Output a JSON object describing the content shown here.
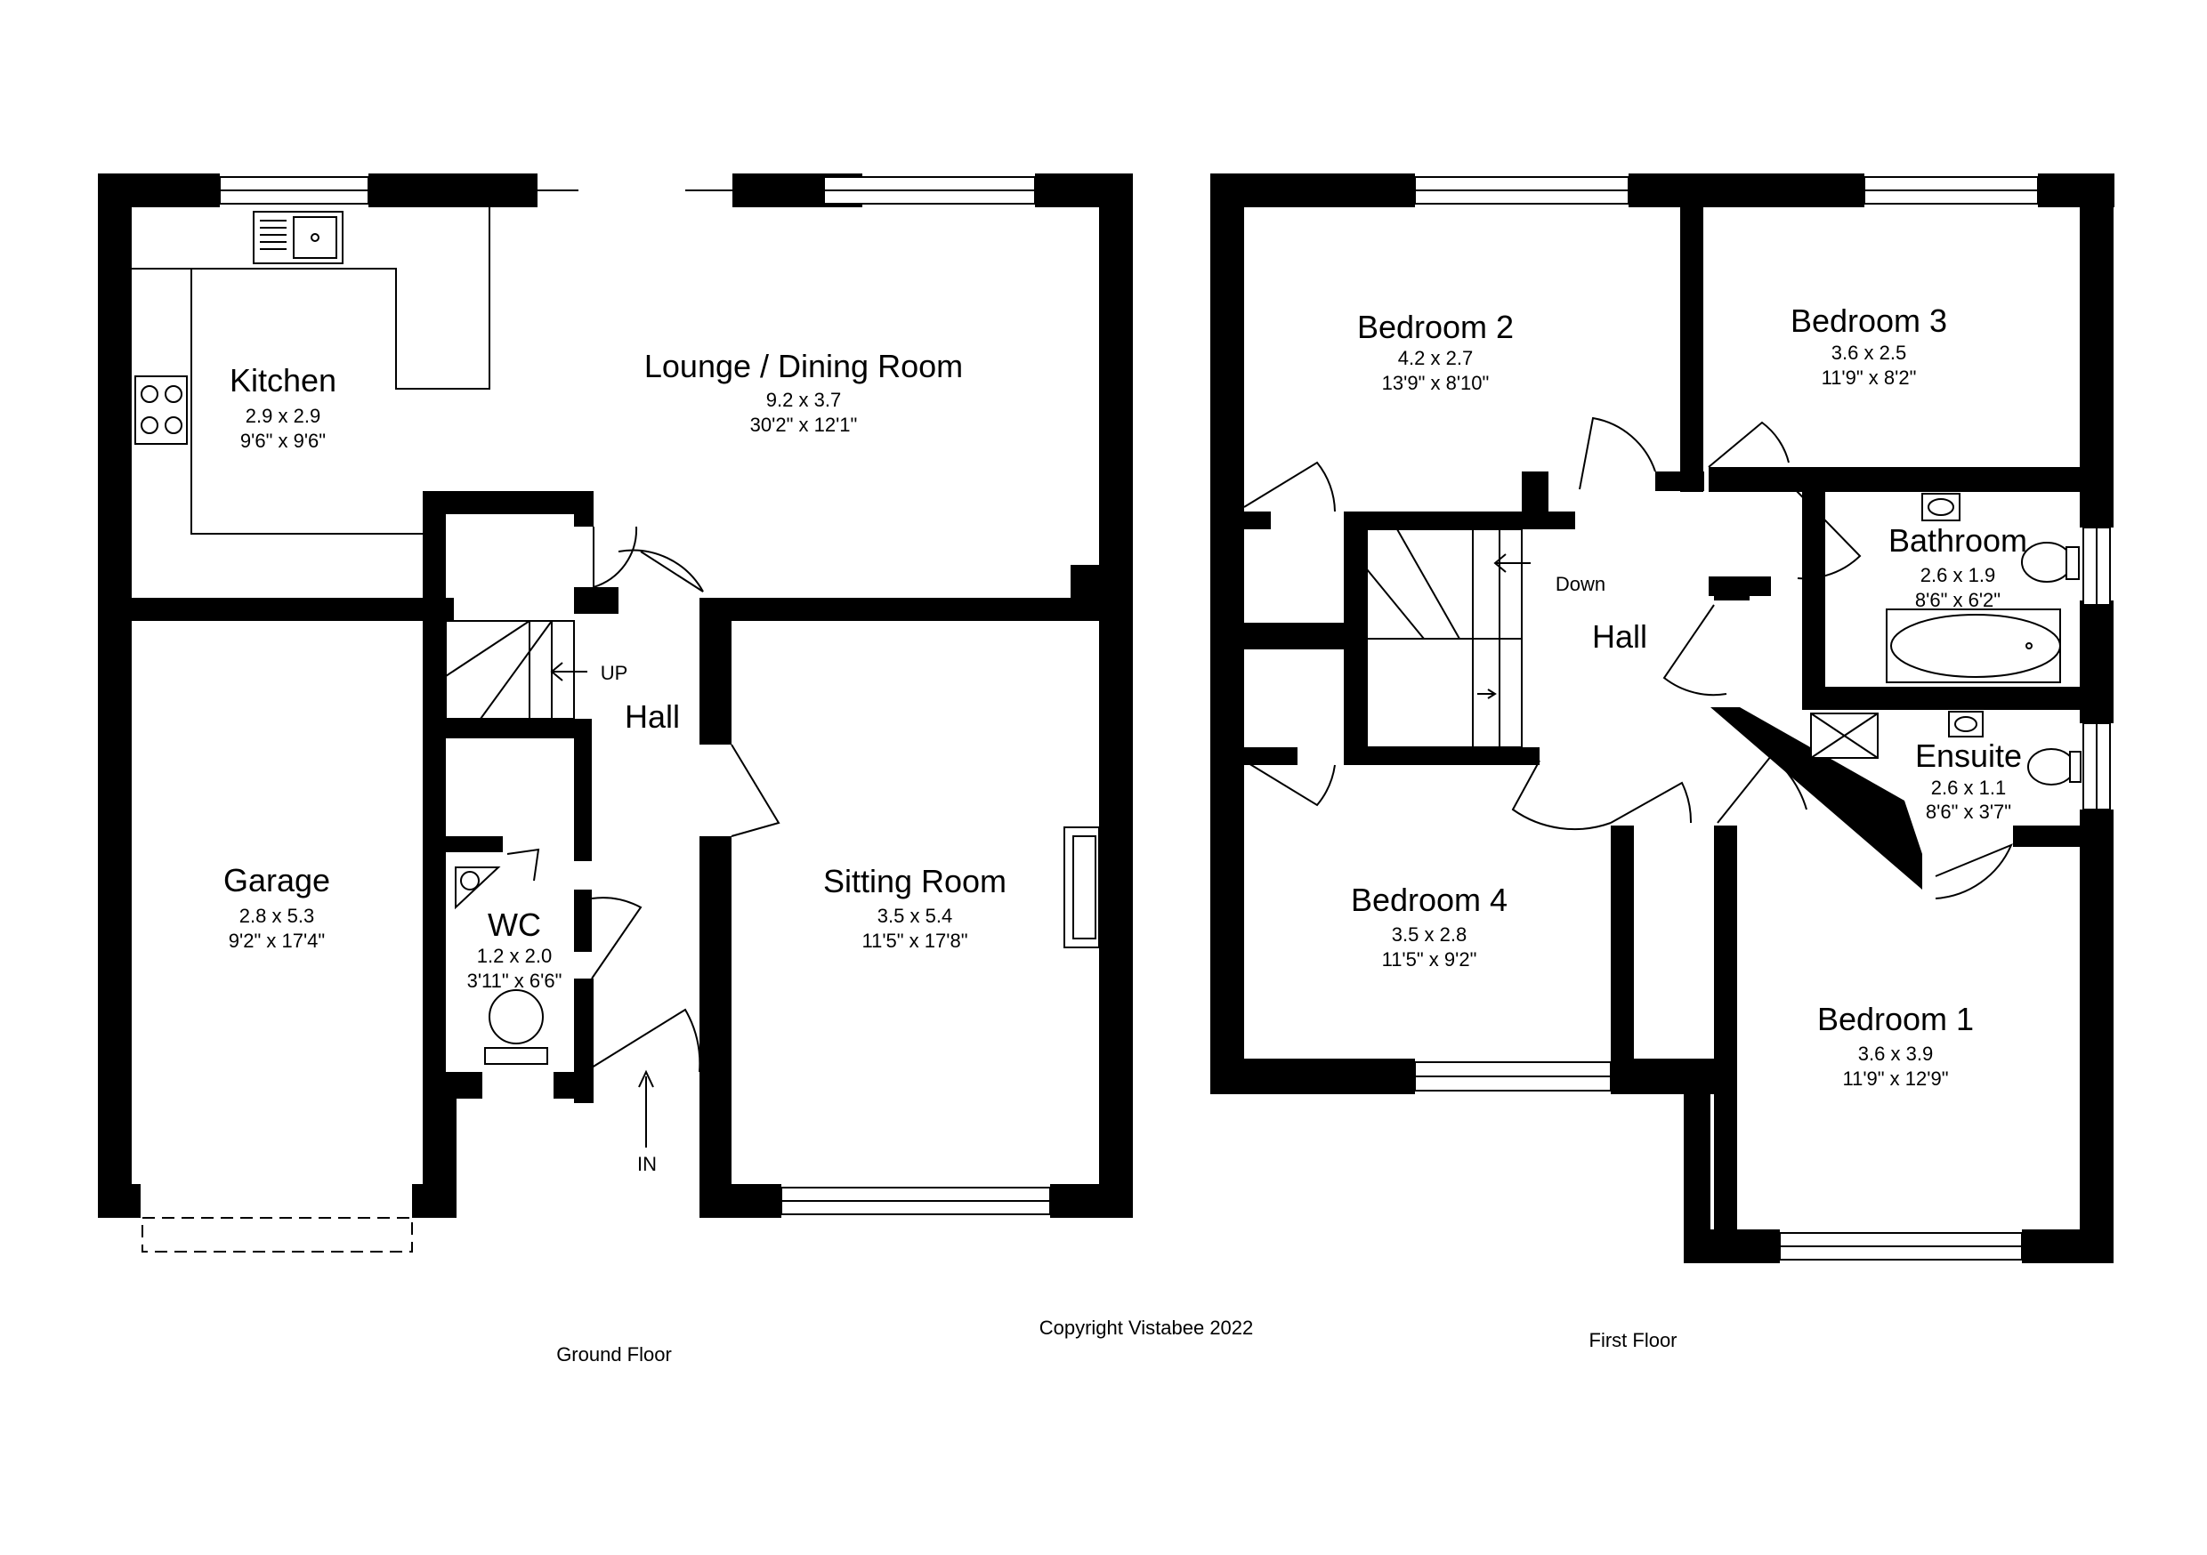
{
  "ground_floor": {
    "caption": "Ground Floor",
    "rooms": {
      "kitchen": {
        "name": "Kitchen",
        "metric": "2.9 x 2.9",
        "imperial": "9'6\" x 9'6\""
      },
      "lounge": {
        "name": "Lounge / Dining Room",
        "metric": "9.2 x 3.7",
        "imperial": "30'2\" x 12'1\""
      },
      "hall": {
        "name": "Hall"
      },
      "garage": {
        "name": "Garage",
        "metric": "2.8 x 5.3",
        "imperial": "9'2\" x 17'4\""
      },
      "wc": {
        "name": "WC",
        "metric": "1.2 x 2.0",
        "imperial": "3'11\" x 6'6\""
      },
      "sitting": {
        "name": "Sitting Room",
        "metric": "3.5 x 5.4",
        "imperial": "11'5\" x 17'8\""
      }
    },
    "stairs_label": "UP",
    "entrance_label": "IN"
  },
  "first_floor": {
    "caption": "First Floor",
    "rooms": {
      "bedroom2": {
        "name": "Bedroom 2",
        "metric": "4.2 x 2.7",
        "imperial": "13'9\" x 8'10\""
      },
      "bedroom3": {
        "name": "Bedroom 3",
        "metric": "3.6 x 2.5",
        "imperial": "11'9\" x 8'2\""
      },
      "bathroom": {
        "name": "Bathroom",
        "metric": "2.6 x 1.9",
        "imperial": "8'6\" x 6'2\""
      },
      "hall": {
        "name": "Hall"
      },
      "ensuite": {
        "name": "Ensuite",
        "metric": "2.6 x 1.1",
        "imperial": "8'6\" x 3'7\""
      },
      "bedroom4": {
        "name": "Bedroom 4",
        "metric": "3.5 x 2.8",
        "imperial": "11'5\" x 9'2\""
      },
      "bedroom1": {
        "name": "Bedroom 1",
        "metric": "3.6 x 3.9",
        "imperial": "11'9\" x 12'9\""
      }
    },
    "stairs_label": "Down"
  },
  "copyright": "Copyright Vistabee 2022",
  "colors": {
    "walls": "#000000",
    "background": "#ffffff"
  }
}
